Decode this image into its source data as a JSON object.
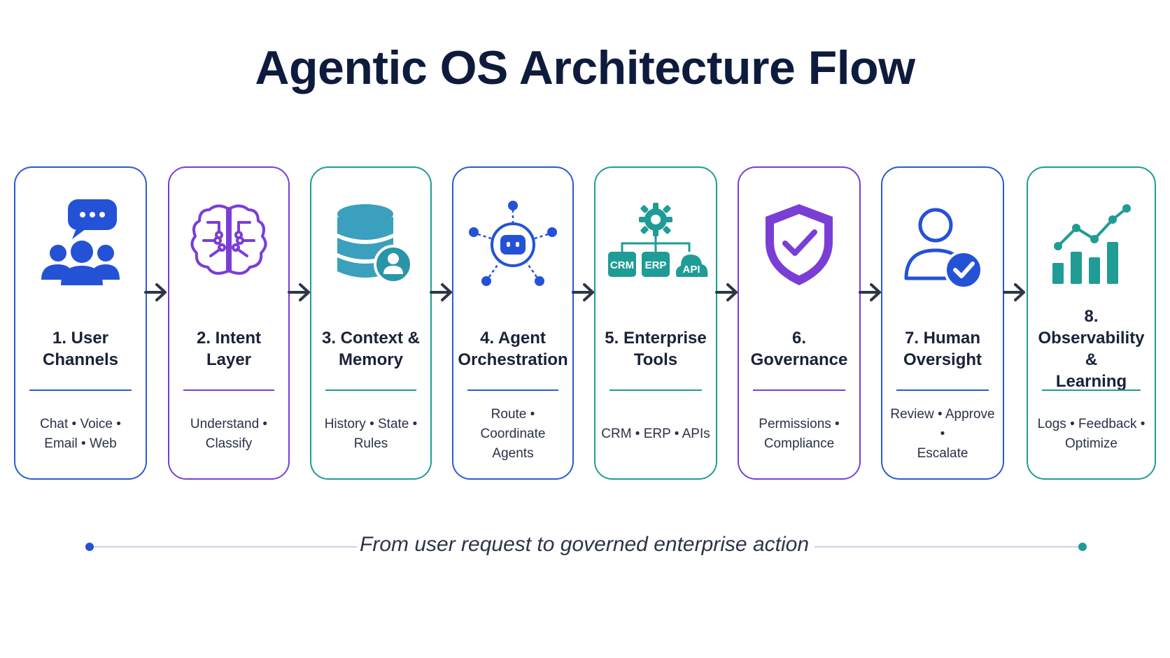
{
  "title": "Agentic OS Architecture Flow",
  "colors": {
    "blue": "#2452d6",
    "purple": "#7a3ed6",
    "teal": "#1f9c95",
    "dark": "#0f1b3d"
  },
  "steps": [
    {
      "line1": "1. User",
      "line2": "Channels",
      "desc1": "Chat • Voice •",
      "desc2": "Email • Web",
      "icon": "users-chat-icon",
      "accent": "#2452d6"
    },
    {
      "line1": "2. Intent",
      "line2": "Layer",
      "desc1": "Understand •",
      "desc2": "Classify",
      "icon": "brain-icon",
      "accent": "#7a3ed6"
    },
    {
      "line1": "3. Context &",
      "line2": "Memory",
      "desc1": "History • State •",
      "desc2": "Rules",
      "icon": "database-user-icon",
      "accent": "#1f9c95"
    },
    {
      "line1": "4. Agent",
      "line2": "Orchestration",
      "desc1": "Route • Coordinate",
      "desc2": "Agents",
      "icon": "agent-network-icon",
      "accent": "#2452d6"
    },
    {
      "line1": "5. Enterprise",
      "line2": "Tools",
      "desc1": "CRM • ERP • APIs",
      "desc2": "",
      "icon": "gear-tools-icon",
      "accent": "#1f9c95",
      "tools": [
        "CRM",
        "ERP",
        "API"
      ]
    },
    {
      "line1": "6. Governance",
      "line2": "",
      "desc1": "Permissions •",
      "desc2": "Compliance",
      "icon": "shield-check-icon",
      "accent": "#7a3ed6"
    },
    {
      "line1": "7. Human",
      "line2": "Oversight",
      "desc1": "Review • Approve •",
      "desc2": "Escalate",
      "icon": "user-check-icon",
      "accent": "#2452d6"
    },
    {
      "line1": "8. Observability &",
      "line2": "Learning",
      "desc1": "Logs • Feedback •",
      "desc2": "Optimize",
      "icon": "chart-trend-icon",
      "accent": "#1f9c95"
    }
  ],
  "footer": {
    "text": "From user request to governed enterprise action"
  }
}
